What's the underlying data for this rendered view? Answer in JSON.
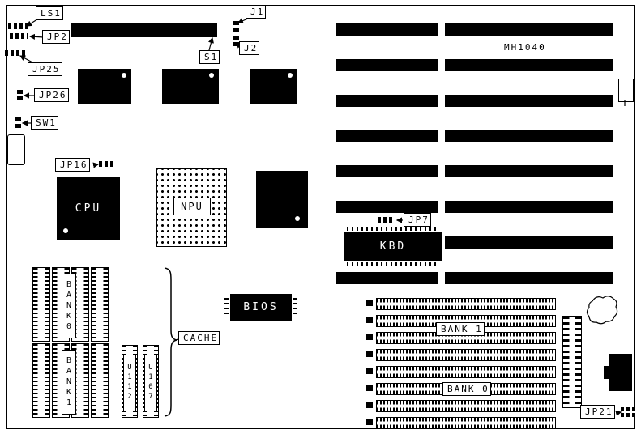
{
  "labels": {
    "ls1": "LS1",
    "jp2": "JP2",
    "jp25": "JP25",
    "jp26": "JP26",
    "sw1": "SW1",
    "jp16": "JP16",
    "j1": "J1",
    "j2": "J2",
    "s1": "S1",
    "jp7": "JP7",
    "jp21": "JP21",
    "cache": "CACHE",
    "mh1040": "MH1040",
    "bank1_right": "BANK 1",
    "bank0_right": "BANK 0"
  },
  "chips": {
    "cpu": "CPU",
    "npu": "NPU",
    "kbd": "KBD",
    "bios": "BIOS"
  },
  "vertical_labels": {
    "bank0_left": "BANK0",
    "bank1_left": "BANK1",
    "u112": "U112",
    "u107": "U107"
  },
  "colors": {
    "ink": "#000000",
    "paper": "#ffffff"
  }
}
